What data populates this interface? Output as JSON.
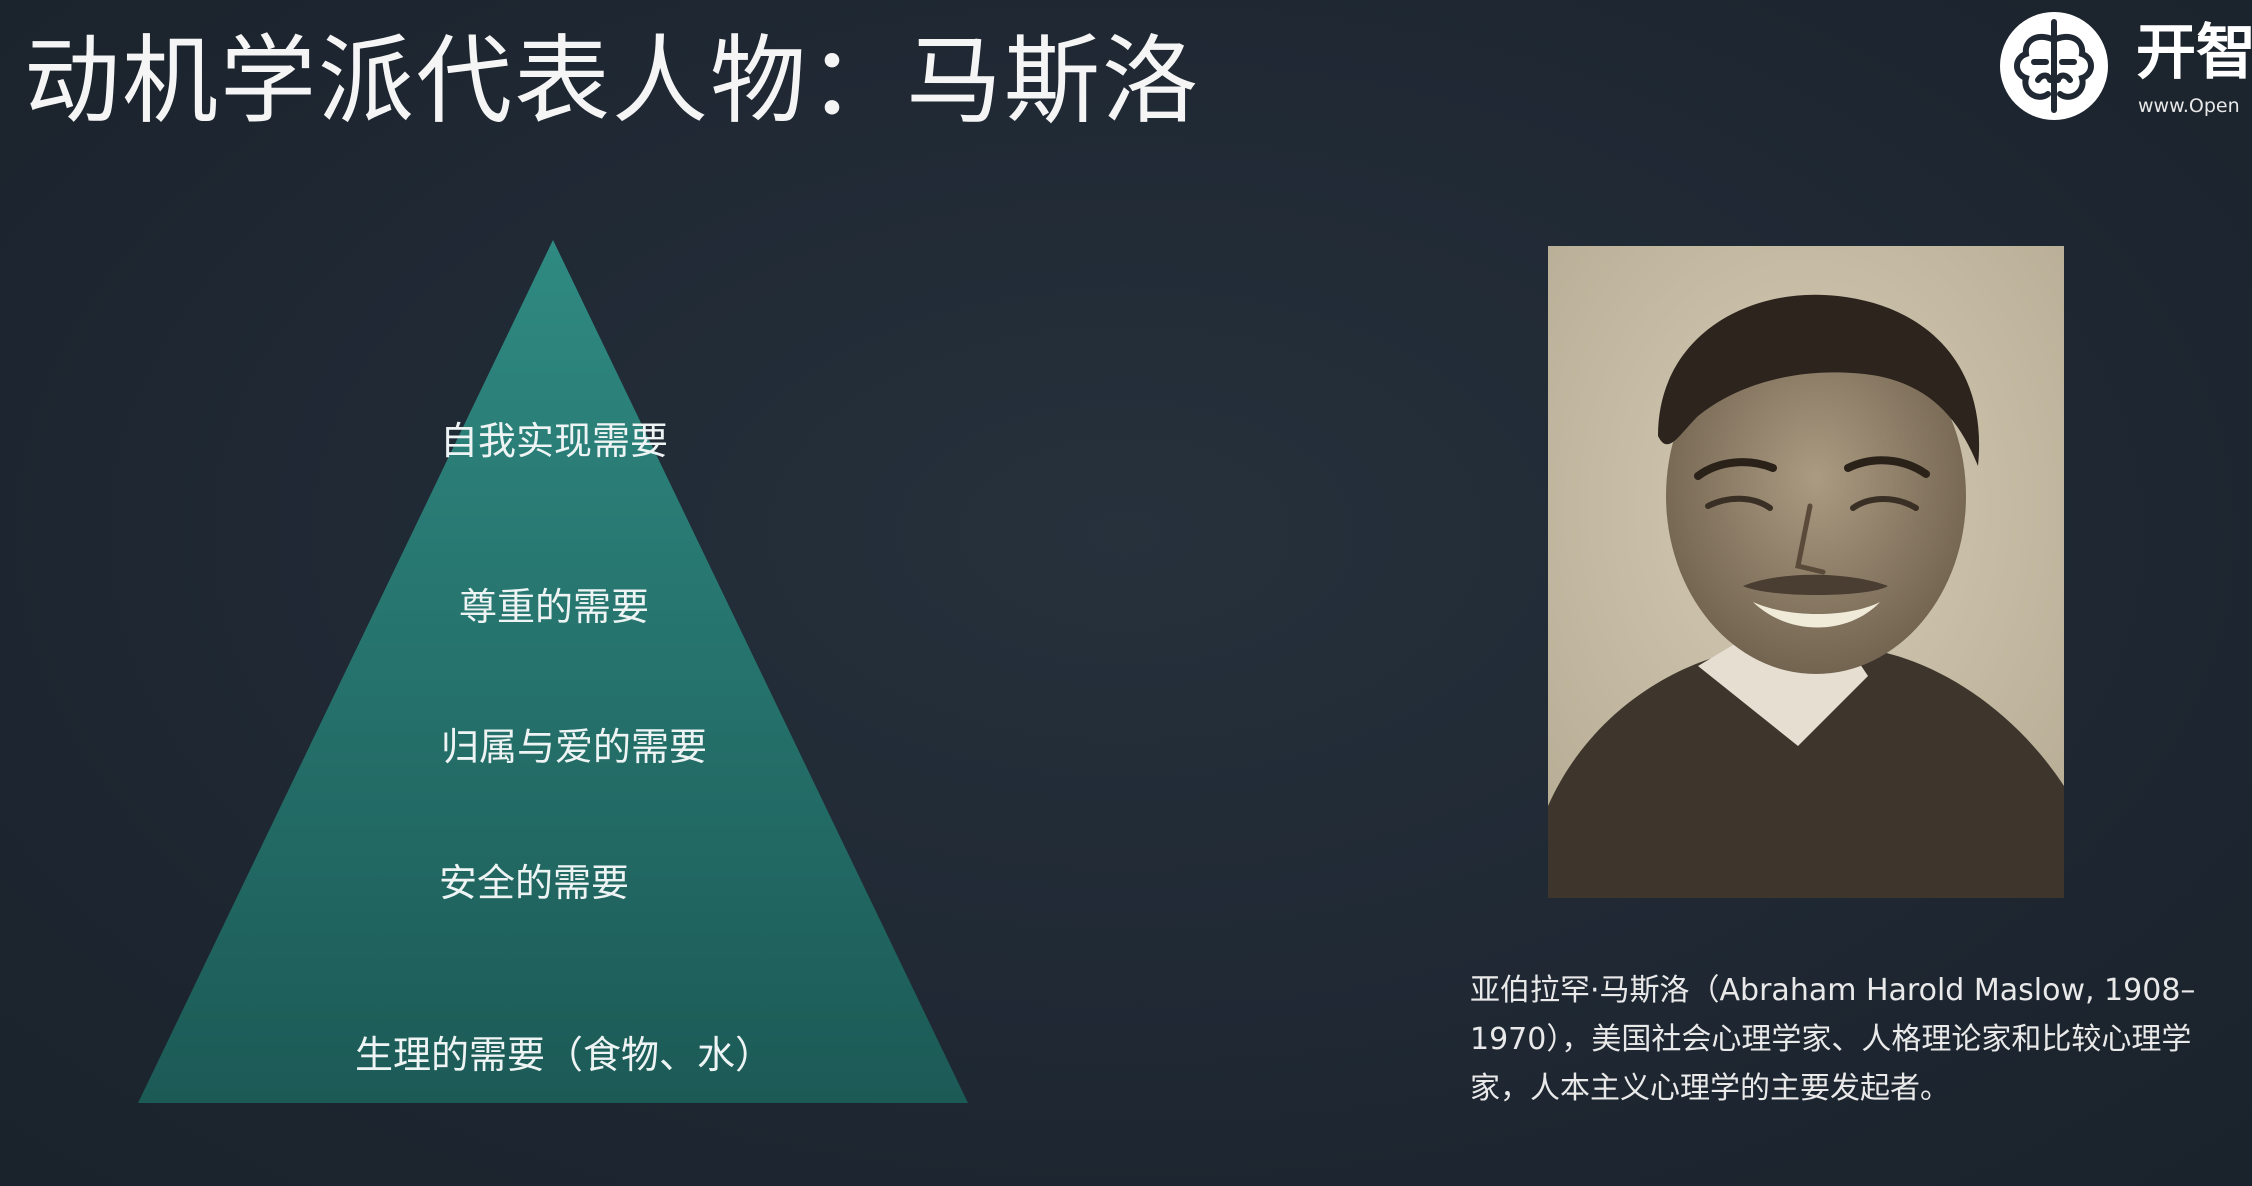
{
  "slide": {
    "title": "动机学派代表人物：马斯洛"
  },
  "logo": {
    "name": "开智",
    "url": "www.Open"
  },
  "pyramid": {
    "levels": [
      {
        "label": "自我实现需要"
      },
      {
        "label": "尊重的需要"
      },
      {
        "label": "归属与爱的需要"
      },
      {
        "label": "安全的需要"
      },
      {
        "label": "生理的需要（食物、水）"
      }
    ],
    "colors": {
      "top": "#2f8a82",
      "bottom": "#1c5a56"
    }
  },
  "portrait": {
    "icon": "portrait-photo-icon"
  },
  "caption": {
    "text": "亚伯拉罕·马斯洛（Abraham Harold Maslow, 1908–1970），美国社会心理学家、人格理论家和比较心理学家，人本主义心理学的主要发起者。"
  }
}
